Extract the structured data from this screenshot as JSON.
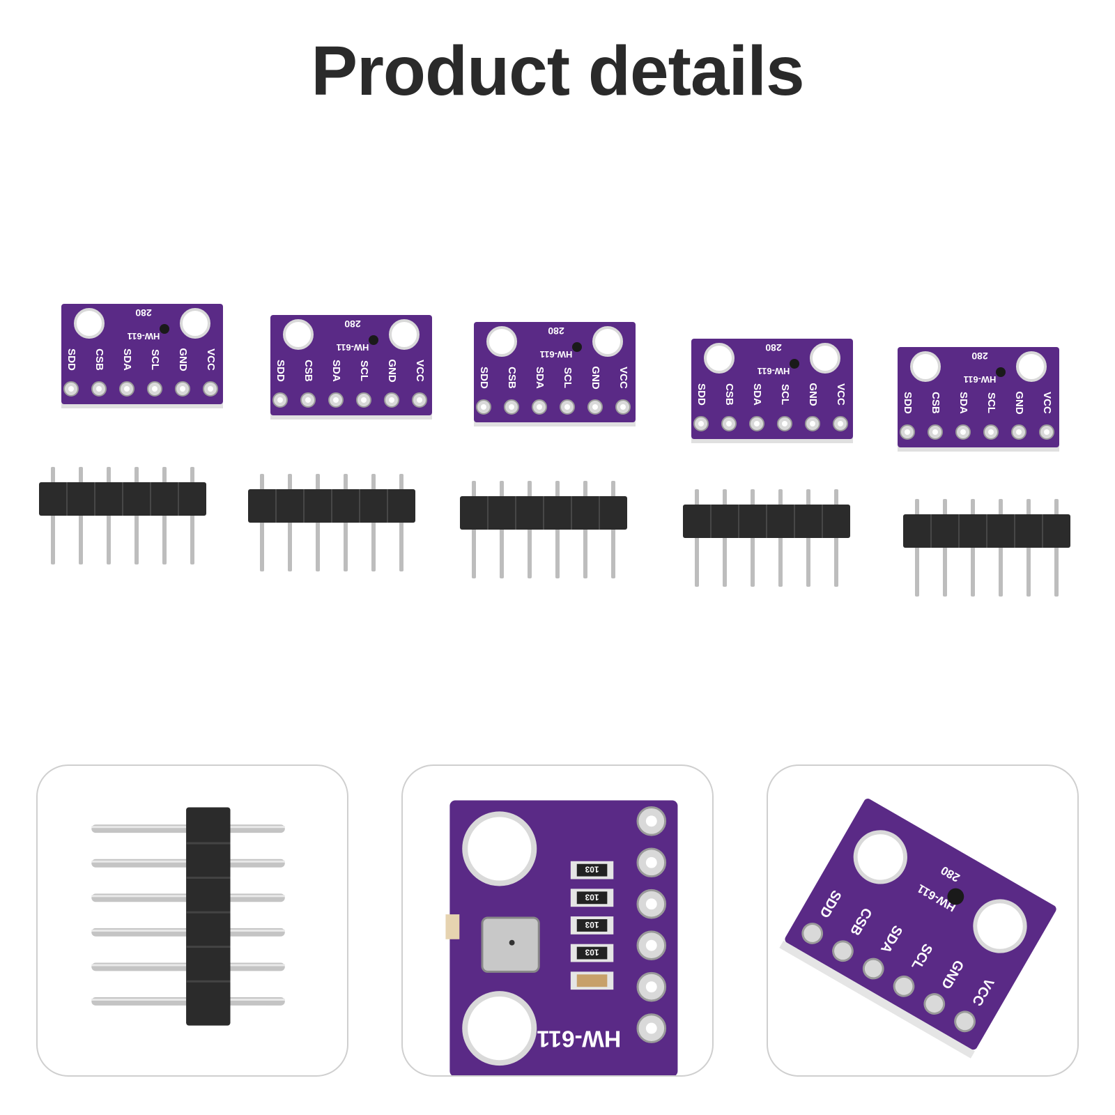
{
  "page": {
    "title": "Product details"
  },
  "board": {
    "model_label": "HW-611",
    "chip_label": "280",
    "pins": [
      "SDD",
      "CSB",
      "SDA",
      "SCL",
      "GND",
      "VCC"
    ],
    "component_marking": "103",
    "pcb_color": "#5a2a86",
    "silkscreen_color": "#ffffff",
    "pad_color": "#d9d9d9"
  },
  "header": {
    "plastic_color": "#2b2b2b",
    "pin_color": "#bdbdbd",
    "pin_count": 6
  },
  "kit": {
    "board_count": 5,
    "header_count": 5
  },
  "detail_views": [
    "pin-header-closeup",
    "board-front-closeup",
    "board-angled-closeup"
  ]
}
